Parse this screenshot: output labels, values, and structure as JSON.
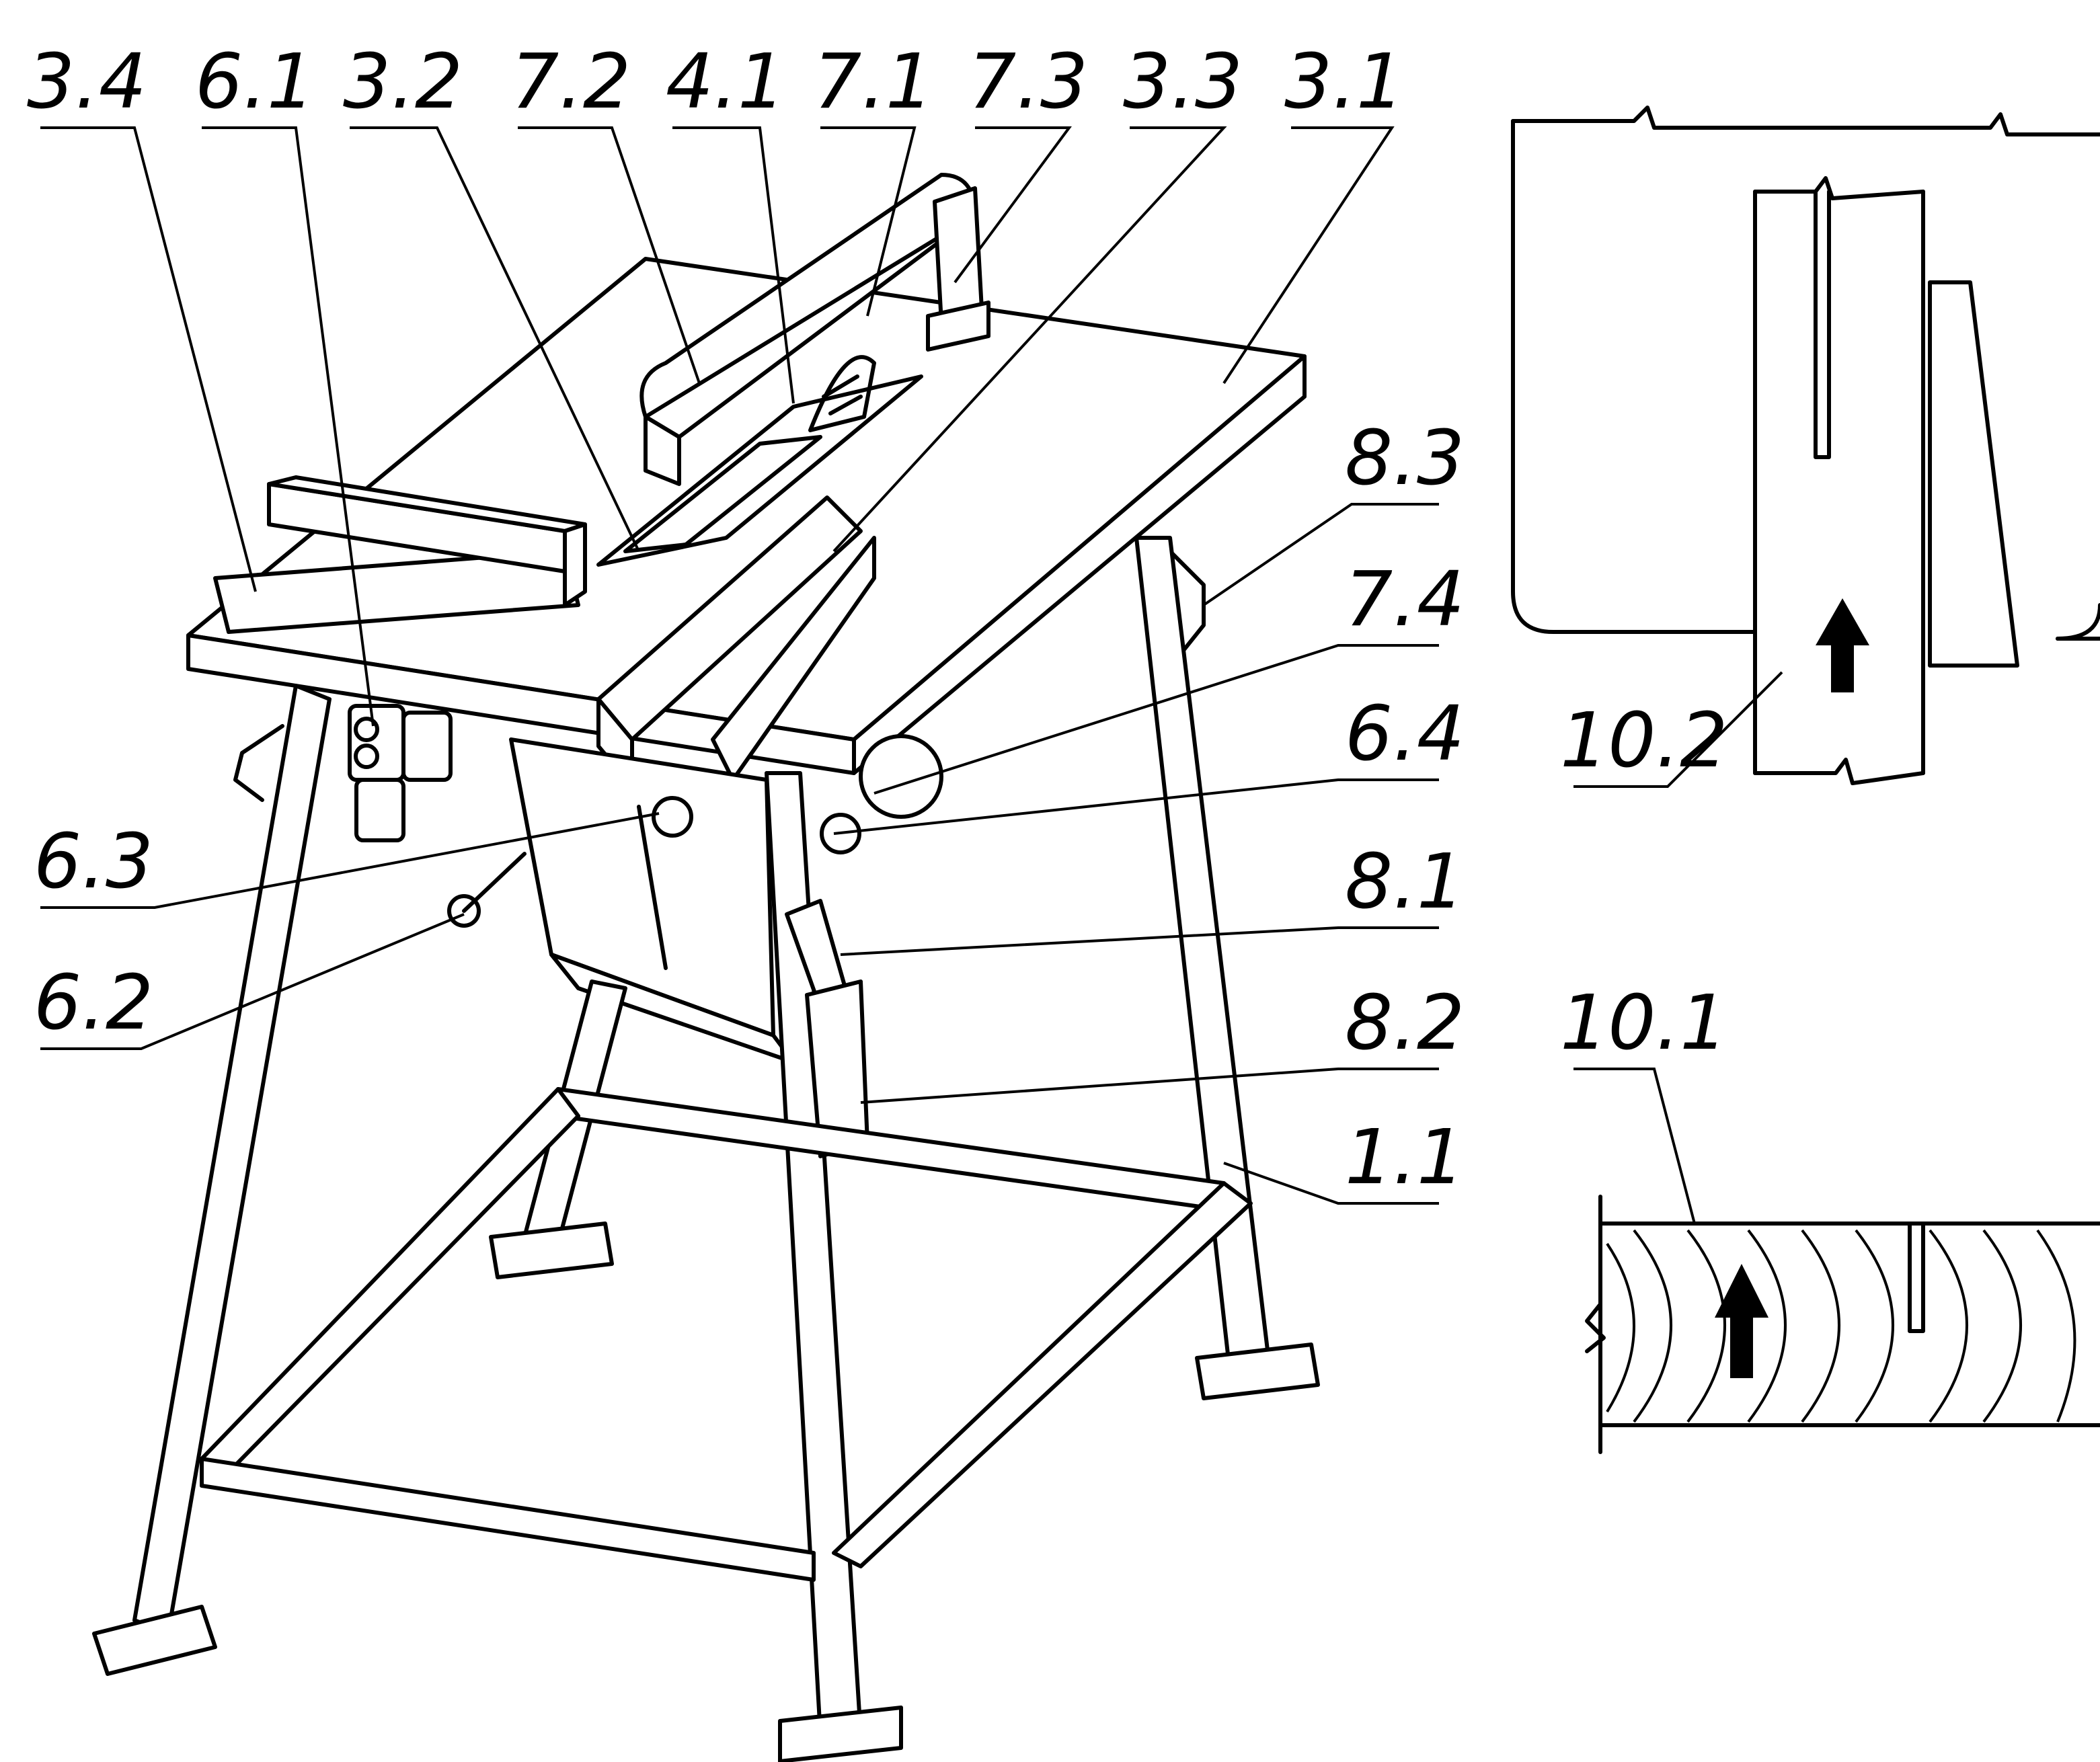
{
  "labels": {
    "l_3_4": "3.4",
    "l_6_1": "6.1",
    "l_3_2": "3.2",
    "l_7_2": "7.2",
    "l_4_1": "4.1",
    "l_7_1": "7.1",
    "l_7_3": "7.3",
    "l_3_3": "3.3",
    "l_3_1": "3.1",
    "l_8_3": "8.3",
    "l_7_4": "7.4",
    "l_6_4": "6.4",
    "l_6_3": "6.3",
    "l_8_1": "8.1",
    "l_6_2": "6.2",
    "l_8_2": "8.2",
    "l_1_1": "1.1",
    "l_10_2": "10.2",
    "l_10_1": "10.1"
  }
}
